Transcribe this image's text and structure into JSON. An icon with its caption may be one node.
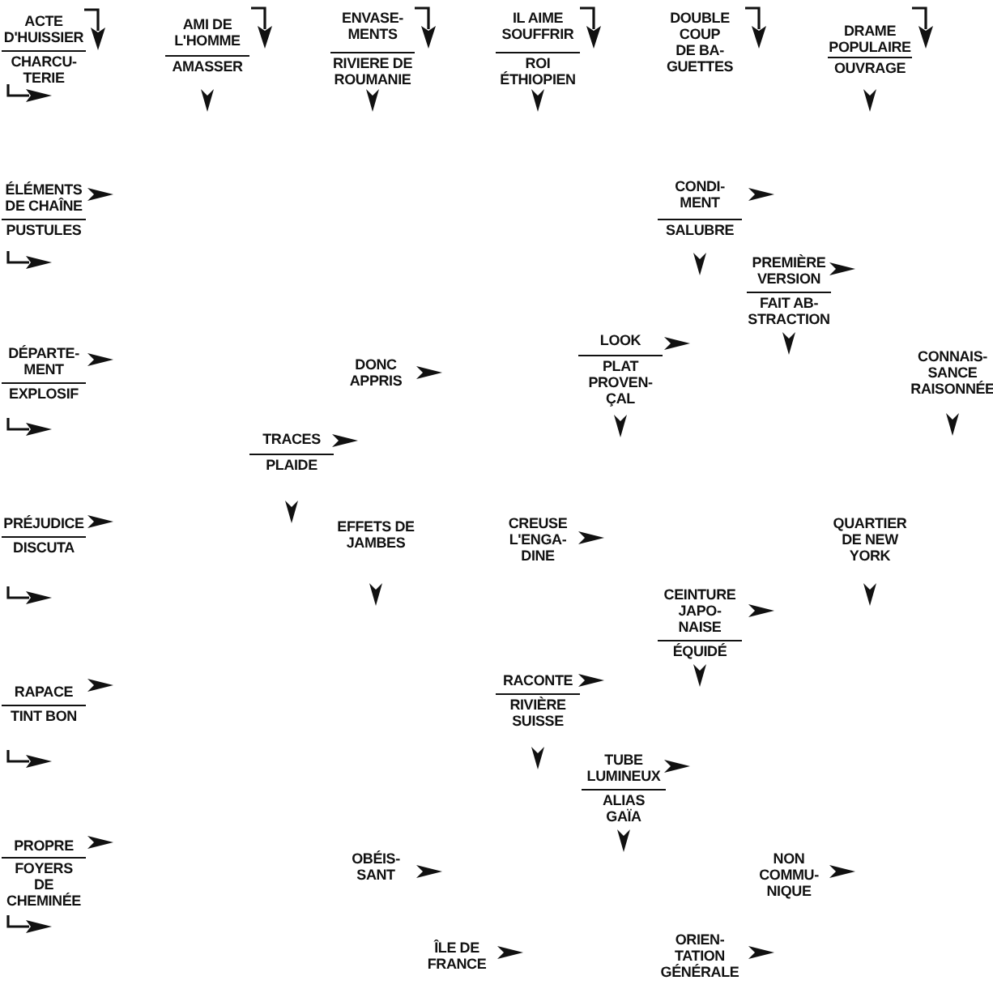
{
  "diagram": {
    "labels": [
      "ACTE D'HUISSIER",
      "CHARCU- TERIE",
      "AMI DE L'HOMME",
      "AMASSER",
      "ENVASE- MENTS",
      "RIVIERE DE ROUMANIE",
      "IL AIME SOUFFRIR",
      "ROI ÉTHIOPIEN",
      "DOUBLE COUP DE BA- GUETTES",
      "DRAME POPULAIRE",
      "OUVRAGE",
      "ÉLÉMENTS DE CHAÎNE",
      "PUSTULES",
      "CONDI- MENT",
      "SALUBRE",
      "PREMIÈRE VERSION",
      "FAIT AB- STRACTION",
      "DÉPARTE- MENT",
      "EXPLOSIF",
      "DONC APPRIS",
      "LOOK",
      "PLAT PROVEN- ÇAL",
      "CONNAIS- SANCE RAISONNÉE",
      "TRACES",
      "PLAIDE",
      "PRÉJUDICE",
      "DISCUTA",
      "EFFETS DE JAMBES",
      "CREUSE L'ENGA- DINE",
      "QUARTIER DE NEW YORK",
      "CEINTURE JAPO- NAISE",
      "ÉQUIDÉ",
      "RAPACE",
      "TINT BON",
      "RACONTE",
      "RIVIÈRE SUISSE",
      "TUBE LUMINEUX",
      "ALIAS GAÏA",
      "PROPRE",
      "FOYERS DE CHEMINÉE",
      "OBÉIS- SANT",
      "NON COMMU- NIQUE",
      "ÎLE DE FRANCE",
      "ORIEN- TATION GÉNÉRALE"
    ]
  }
}
